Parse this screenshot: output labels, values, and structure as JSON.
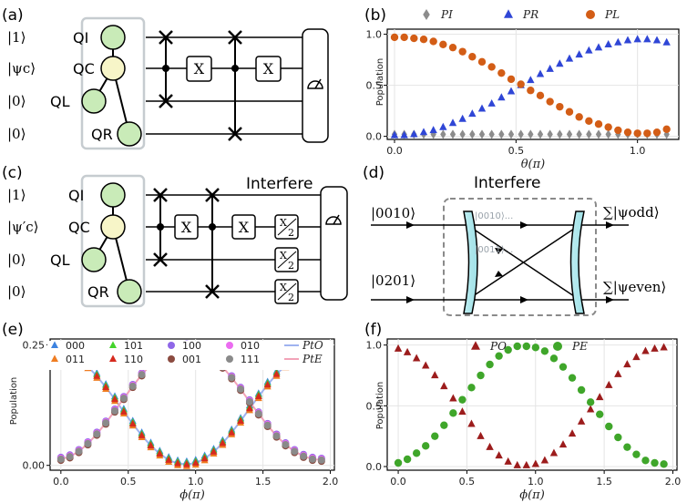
{
  "panels": {
    "a": {
      "label": "(a)",
      "kets": [
        "|1⟩",
        "|ψc⟩",
        "|0⟩",
        "|0⟩"
      ],
      "qubits": [
        "QI",
        "QC",
        "QL",
        "QR"
      ],
      "gates": [
        "X",
        "X"
      ]
    },
    "b": {
      "label": "(b)"
    },
    "c": {
      "label": "(c)",
      "kets": [
        "|1⟩",
        "|ψ′c⟩",
        "|0⟩",
        "|0⟩"
      ],
      "qubits": [
        "QI",
        "QC",
        "QL",
        "QR"
      ],
      "gates": [
        "X",
        "X"
      ],
      "half_gate": "X/2",
      "title": "Interfere"
    },
    "d": {
      "label": "(d)",
      "title": "Interfere",
      "inputs": [
        "|0010⟩",
        "|0201⟩"
      ],
      "inner": [
        "|0010⟩...",
        "|0011⟩..."
      ],
      "outputs": [
        "∑|ψodd⟩",
        "∑|ψeven⟩"
      ]
    },
    "e": {
      "label": "(e)"
    },
    "f": {
      "label": "(f)"
    }
  },
  "chart_data": [
    {
      "id": "b",
      "type": "scatter",
      "xlabel": "θ(π)",
      "ylabel": "Population",
      "xlim": [
        -0.03,
        1.17
      ],
      "ylim": [
        -0.03,
        1.05
      ],
      "xticks": [
        0.0,
        0.5,
        1.0
      ],
      "yticks": [
        0.0,
        0.5,
        1.0
      ],
      "series": [
        {
          "name": "PI",
          "color": "#8c8c8c",
          "marker": "diamond",
          "x_start": 0.0,
          "x_step": 0.04,
          "values": [
            0.02,
            0.02,
            0.02,
            0.02,
            0.02,
            0.02,
            0.02,
            0.02,
            0.02,
            0.02,
            0.02,
            0.02,
            0.02,
            0.02,
            0.02,
            0.02,
            0.02,
            0.02,
            0.02,
            0.02,
            0.02,
            0.02,
            0.02,
            0.02,
            0.02,
            0.02,
            0.02,
            0.02,
            0.02
          ]
        },
        {
          "name": "PR",
          "color": "#2f46d6",
          "marker": "triangle",
          "x_start": 0.0,
          "x_step": 0.04,
          "values": [
            0.01,
            0.01,
            0.02,
            0.04,
            0.06,
            0.09,
            0.13,
            0.17,
            0.22,
            0.27,
            0.32,
            0.38,
            0.44,
            0.5,
            0.55,
            0.61,
            0.66,
            0.71,
            0.76,
            0.8,
            0.84,
            0.87,
            0.9,
            0.92,
            0.94,
            0.95,
            0.95,
            0.94,
            0.92
          ]
        },
        {
          "name": "PL",
          "color": "#d35d16",
          "marker": "circle",
          "x_start": 0.0,
          "x_step": 0.04,
          "values": [
            0.97,
            0.97,
            0.96,
            0.95,
            0.93,
            0.9,
            0.87,
            0.83,
            0.78,
            0.73,
            0.68,
            0.62,
            0.56,
            0.51,
            0.45,
            0.4,
            0.34,
            0.29,
            0.24,
            0.19,
            0.15,
            0.12,
            0.09,
            0.06,
            0.04,
            0.03,
            0.03,
            0.04,
            0.07
          ]
        }
      ]
    },
    {
      "id": "e",
      "type": "scatter",
      "xlabel": "ϕ(π)",
      "ylabel": "Population",
      "xlim": [
        -0.08,
        2.03
      ],
      "ylim": [
        -0.01,
        0.262
      ],
      "xticks": [
        0.0,
        0.5,
        1.0,
        1.5,
        2.0
      ],
      "yticks": [
        0.0,
        0.25
      ],
      "ytick_labels": [
        "0.00",
        "0.25"
      ],
      "series": [
        {
          "name": "000",
          "color": "#3d83e0",
          "marker": "triangle",
          "group": "odd"
        },
        {
          "name": "011",
          "color": "#ef7d22",
          "marker": "triangle",
          "group": "odd"
        },
        {
          "name": "101",
          "color": "#44d42b",
          "marker": "triangle",
          "group": "odd"
        },
        {
          "name": "110",
          "color": "#d62a1e",
          "marker": "triangle",
          "group": "odd"
        },
        {
          "name": "100",
          "color": "#8f67e8",
          "marker": "circle",
          "group": "even"
        },
        {
          "name": "001",
          "color": "#8b4b40",
          "marker": "circle",
          "group": "even"
        },
        {
          "name": "010",
          "color": "#eb6cf0",
          "marker": "circle",
          "group": "even"
        },
        {
          "name": "111",
          "color": "#8a8a8a",
          "marker": "circle",
          "group": "even"
        },
        {
          "name": "PtO",
          "color": "#9fb3f0",
          "marker": "line",
          "group": "theory-odd"
        },
        {
          "name": "PtE",
          "color": "#f2a3b8",
          "marker": "line",
          "group": "theory-even"
        }
      ],
      "x_start": 0.0,
      "x_step": 0.0667,
      "odd_values": [
        0.237,
        0.232,
        0.221,
        0.205,
        0.185,
        0.162,
        0.137,
        0.111,
        0.086,
        0.062,
        0.041,
        0.024,
        0.011,
        0.004,
        0.002,
        0.005,
        0.014,
        0.028,
        0.046,
        0.068,
        0.092,
        0.118,
        0.143,
        0.167,
        0.189,
        0.207,
        0.221,
        0.231,
        0.237,
        0.239
      ],
      "even_values": [
        0.013,
        0.018,
        0.029,
        0.045,
        0.065,
        0.088,
        0.113,
        0.139,
        0.164,
        0.188,
        0.209,
        0.226,
        0.239,
        0.246,
        0.248,
        0.245,
        0.236,
        0.222,
        0.204,
        0.182,
        0.158,
        0.132,
        0.107,
        0.083,
        0.061,
        0.043,
        0.029,
        0.019,
        0.013,
        0.011
      ]
    },
    {
      "id": "f",
      "type": "scatter",
      "xlabel": "ϕ(π)",
      "ylabel": "Population",
      "xlim": [
        -0.08,
        2.03
      ],
      "ylim": [
        -0.03,
        1.05
      ],
      "xticks": [
        0.0,
        0.5,
        1.0,
        1.5,
        2.0
      ],
      "yticks": [
        0.0,
        0.5,
        1.0
      ],
      "series": [
        {
          "name": "PO",
          "color": "#9c1c1c",
          "marker": "triangle",
          "x_start": 0.0,
          "x_step": 0.0667,
          "values": [
            0.97,
            0.94,
            0.89,
            0.83,
            0.75,
            0.66,
            0.56,
            0.45,
            0.35,
            0.25,
            0.16,
            0.09,
            0.04,
            0.01,
            0.01,
            0.02,
            0.05,
            0.11,
            0.18,
            0.27,
            0.37,
            0.47,
            0.57,
            0.67,
            0.76,
            0.84,
            0.9,
            0.95,
            0.97,
            0.98
          ]
        },
        {
          "name": "PE",
          "color": "#3fa62a",
          "marker": "circle",
          "x_start": 0.0,
          "x_step": 0.0667,
          "values": [
            0.03,
            0.06,
            0.11,
            0.17,
            0.25,
            0.34,
            0.44,
            0.55,
            0.65,
            0.75,
            0.84,
            0.91,
            0.96,
            0.99,
            0.99,
            0.98,
            0.95,
            0.89,
            0.82,
            0.73,
            0.63,
            0.53,
            0.43,
            0.33,
            0.24,
            0.16,
            0.1,
            0.05,
            0.03,
            0.02
          ]
        }
      ]
    }
  ]
}
